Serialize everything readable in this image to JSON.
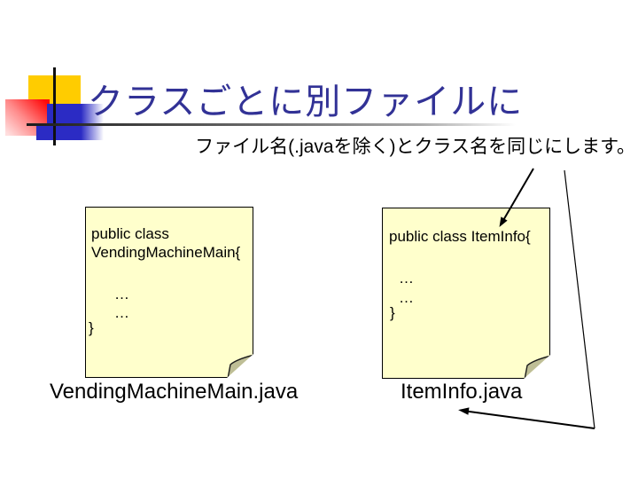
{
  "slide": {
    "title": "クラスごとに別ファイルに",
    "subtitle": "ファイル名(.javaを除く)とクラス名を同じにします。"
  },
  "notes": {
    "left": {
      "declaration": "public class VendingMachineMain{",
      "body_line1": "…",
      "body_line2": "…",
      "closing_brace": "}",
      "filename": "VendingMachineMain.java"
    },
    "right": {
      "declaration": "public class ItemInfo{",
      "body_line1": "…",
      "body_line2": "…",
      "closing_brace": "}",
      "filename": "ItemInfo.java"
    }
  },
  "colors": {
    "title_text": "#323296",
    "note_fill": "#FFFFCC",
    "note_border": "#000000",
    "fold_fill": "#BEBE96",
    "accent_yellow": "#FFCC00",
    "accent_red": "#FF0000",
    "accent_blue": "#2B2BC4",
    "arrow": "#000000"
  }
}
